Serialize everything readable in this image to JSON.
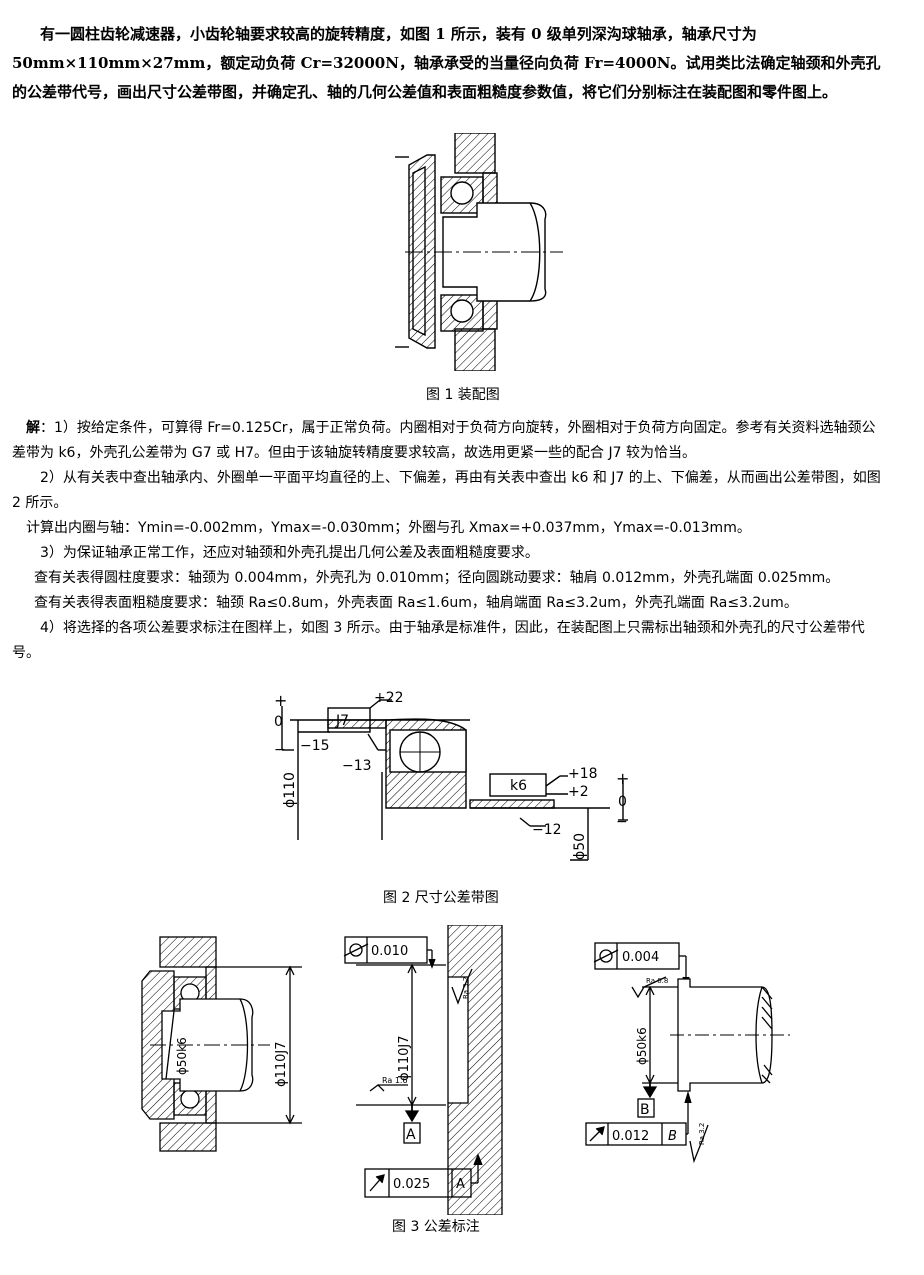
{
  "problem": "有一圆柱齿轮减速器，小齿轮轴要求较高的旋转精度，如图 1 所示，装有 0 级单列深沟球轴承，轴承尺寸为 50mm×110mm×27mm，额定动负荷 Cr=32000N，轴承承受的当量径向负荷 Fr=4000N。试用类比法确定轴颈和外壳孔的公差带代号，画出尺寸公差带图，并确定孔、轴的几何公差值和表面粗糙度参数值，将它们分别标注在装配图和零件图上。",
  "fig1_caption": "图 1 装配图",
  "solution": {
    "label": "解",
    "p1": "：1）按给定条件，可算得 Fr=0.125Cr，属于正常负荷。内圈相对于负荷方向旋转，外圈相对于负荷方向固定。参考有关资料选轴颈公差带为 k6，外壳孔公差带为 G7 或 H7。但由于该轴旋转精度要求较高，故选用更紧一些的配合 J7 较为恰当。",
    "p2": "2）从有关表中查出轴承内、外圈单一平面平均直径的上、下偏差，再由有关表中查出 k6 和 J7 的上、下偏差，从而画出公差带图，如图 2 所示。",
    "p3": "计算出内圈与轴：Ymin=-0.002mm，Ymax=-0.030mm；外圈与孔 Xmax=+0.037mm，Ymax=-0.013mm。",
    "p4": "3）为保证轴承正常工作，还应对轴颈和外壳孔提出几何公差及表面粗糙度要求。",
    "p5": "查有关表得圆柱度要求：轴颈为 0.004mm，外壳孔为 0.010mm；径向圆跳动要求：轴肩 0.012mm，外壳孔端面 0.025mm。",
    "p6": "查有关表得表面粗糙度要求：轴颈 Ra≤0.8um，外壳表面 Ra≤1.6um，轴肩端面 Ra≤3.2um，外壳孔端面 Ra≤3.2um。",
    "p7": "4）将选择的各项公差要求标注在图样上，如图 3 所示。由于轴承是标准件，因此，在装配图上只需标出轴颈和外壳孔的尺寸公差带代号。"
  },
  "fig2": {
    "caption": "图 2  尺寸公差带图",
    "plus": "+",
    "zero": "0",
    "minus": "−",
    "hole_fit": "J7",
    "hole_upper": "+22",
    "bearing_outer_lower": "−15",
    "hole_lower": "−13",
    "hole_dim": "ϕ110",
    "shaft_fit": "k6",
    "shaft_upper": "+18",
    "shaft_lower": "+2",
    "bearing_inner_lower": "−12",
    "shaft_dim": "ϕ50"
  },
  "fig3": {
    "caption": "图 3 公差标注",
    "asm_shaft_dim": "ϕ50k6",
    "asm_hole_dim": "ϕ110J7",
    "hole_cyl_tol": "0.010",
    "hole_dim": "ϕ110J7",
    "hole_ra_face": "Ra 3.2",
    "hole_ra_bore": "Ra 1.6",
    "datum_a": "A",
    "hole_runout_tol": "0.025",
    "hole_runout_datum": "A",
    "shaft_cyl_tol": "0.004",
    "shaft_ra_journal": "Ra 0.8",
    "shaft_dim": "ϕ50k6",
    "datum_b": "B",
    "shaft_runout_tol": "0.012",
    "shaft_runout_datum": "B",
    "shaft_ra_shoulder": "Ra 3.2"
  }
}
